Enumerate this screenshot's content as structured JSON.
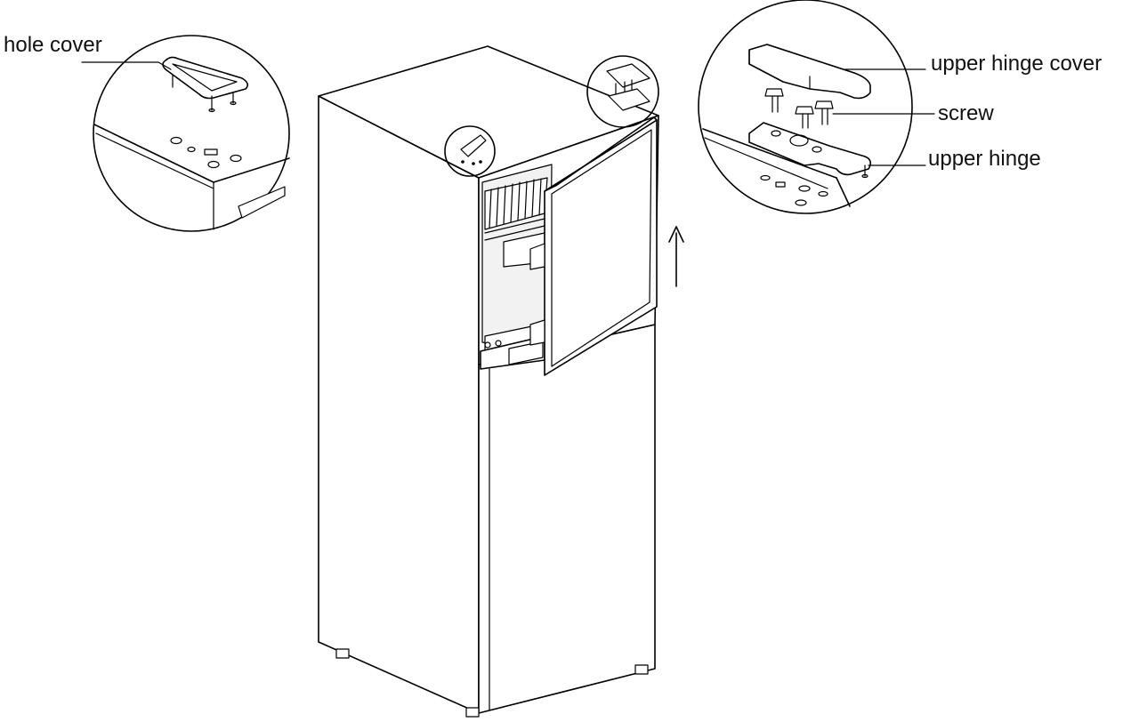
{
  "labels": {
    "hole_cover": "hole cover",
    "upper_hinge_cover": "upper hinge cover",
    "screw": "screw",
    "upper_hinge": "upper hinge"
  },
  "colors": {
    "line": "#000000",
    "background": "#ffffff",
    "text": "#111111"
  }
}
